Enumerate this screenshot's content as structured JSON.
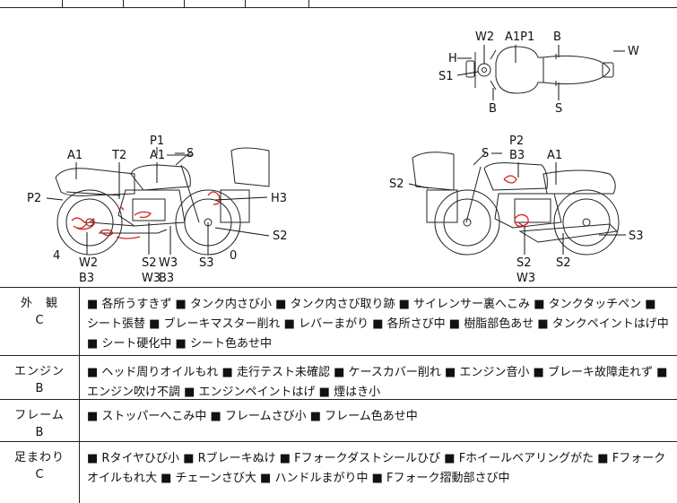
{
  "diagram": {
    "labels": {
      "top_W2": "W2",
      "top_A1P1": "A1P1",
      "top_B1": "B",
      "top_H": "H",
      "top_W": "W",
      "top_S1": "S1",
      "top_B2": "B",
      "top_S": "S",
      "left_P1": "P1",
      "left_S": "S",
      "left_A1a": "A1",
      "left_T2": "T2",
      "left_A1b": "A1",
      "left_P2": "P2",
      "left_H3": "H3",
      "left_S2": "S2",
      "left_4": "4",
      "left_W2": "W2",
      "left_B3": "B3",
      "left_S2b": "S2",
      "left_W3": "W3",
      "left_W3b": "W3",
      "left_B3b": "B3",
      "left_S3": "S3",
      "left_0": "0",
      "right_S": "S",
      "right_P2": "P2",
      "right_B3": "B3",
      "right_A1": "A1",
      "right_S2": "S2",
      "right_S3": "S3",
      "right_S2b": "S2",
      "right_W3": "W3",
      "right_S2c": "S2"
    }
  },
  "rows": [
    {
      "name": "外　観",
      "grade": "C",
      "text": "■ 各所うすきず ■ タンク内さび小 ■ タンク内さび取り跡 ■ サイレンサー裏へこみ ■ タンクタッチペン ■ シート張替 ■ ブレーキマスター削れ ■ レバーまがり ■ 各所さび中 ■ 樹脂部色あせ ■ タンクペイントはげ中 ■ シート硬化中 ■ シート色あせ中"
    },
    {
      "name": "エンジン",
      "grade": "B",
      "text": "■ ヘッド周りオイルもれ ■ 走行テスト未確認 ■ ケースカバー削れ ■ エンジン音小 ■ ブレーキ故障走れず ■ エンジン吹け不調 ■ エンジンペイントはげ ■ 煙はき小"
    },
    {
      "name": "フレーム",
      "grade": "B",
      "text": "■ ストッパーへこみ中 ■ フレームさび小 ■ フレーム色あせ中"
    },
    {
      "name": "足まわり",
      "grade": "C",
      "text": "■ Rタイヤひび小 ■ Rブレーキぬけ ■ Fフォークダストシールひび ■ Fホイールベアリングがた ■ Fフォークオイルもれ大 ■ チェーンさび大 ■ ハンドルまがり中 ■ Fフォーク摺動部さび中"
    }
  ]
}
